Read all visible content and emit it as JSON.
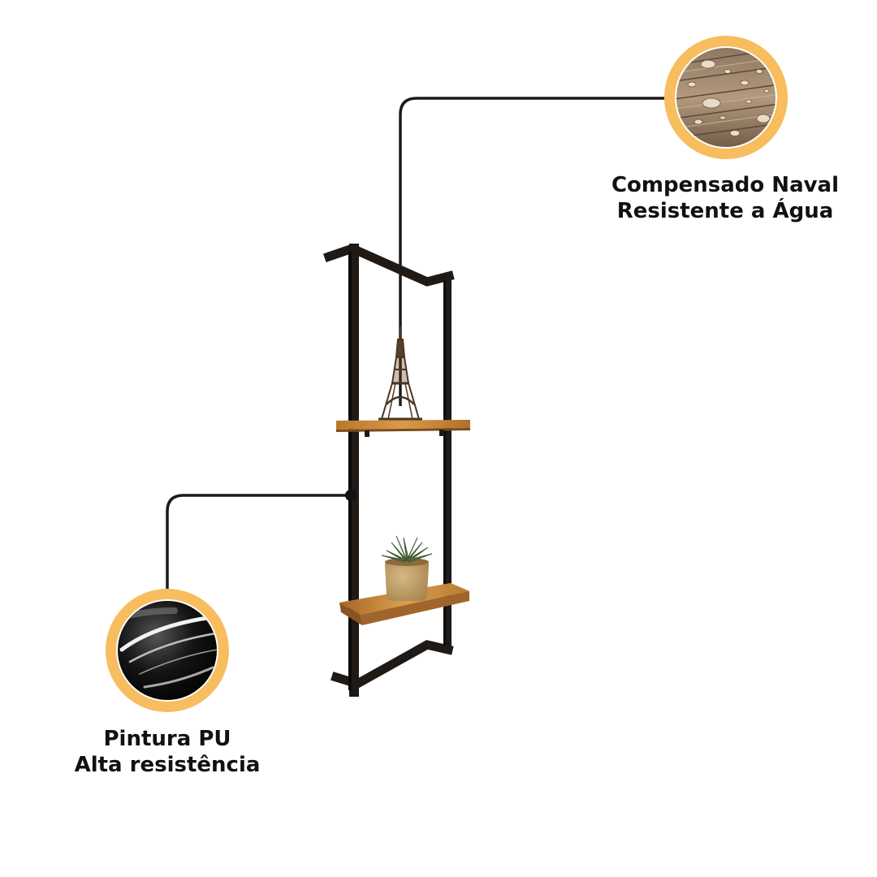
{
  "features": [
    {
      "id": "naval-plywood",
      "title_line1": "Compensado Naval",
      "title_line2": "Resistente a Água",
      "icon": "water-drops-wood-icon"
    },
    {
      "id": "pu-paint",
      "title_line1": "Pintura PU",
      "title_line2": "Alta resistência",
      "icon": "glossy-black-paint-icon"
    }
  ],
  "colors": {
    "ring": "#f7bd5e",
    "connector": "#1a1a1a",
    "frame": "#1f1a16",
    "wood": "#c8893a",
    "text": "#111111"
  }
}
